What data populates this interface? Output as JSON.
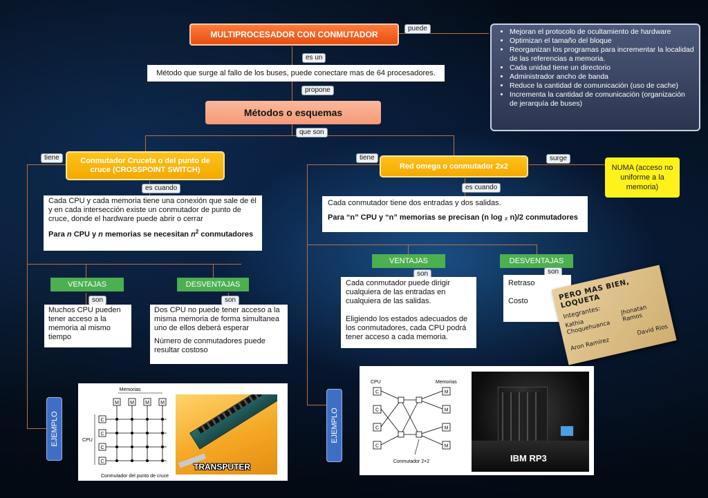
{
  "title": "MULTIPROCESADOR CON CONMUTADOR",
  "tags": {
    "puede": "puede",
    "es_un": "es un",
    "propone": "propone",
    "que_son": "que son",
    "tiene_left": "tiene",
    "tiene_right": "tiene",
    "surge": "surge",
    "es_cuando_left": "es cuando",
    "es_cuando_right": "es cuando",
    "son_1": "son",
    "son_2": "son",
    "son_3": "son",
    "son_4": "son"
  },
  "definition": "Método que surge al fallo de los buses, puede conectare mas de 64 procesadores.",
  "methods": "Métodos o esquemas",
  "benefits": [
    "Mejoran el protocolo de ocultamiento de hardware",
    "Optimizan el tamaño del bloque",
    "Reorganizan los programas para incrementar la localidad de las referencias a memoria.",
    "Cada unidad tiene un directorio",
    "Administrador ancho de banda",
    "Reduce la cantidad de comunicación (uso de cache)",
    "Incrementa la cantidad de comunicación (organización de jerarquía de buses)"
  ],
  "crossbar": {
    "title": "Conmutador Cruceta o del punto de cruce (CROSSPOINT SWITCH)",
    "desc": "Cada CPU y cada memoria tiene una conexión que sale de él y  en cada intersección existe un conmutador de punto de cruce, donde el hardware puede abrir o cerrar",
    "formula_pre": "Para ",
    "formula_n1": "n",
    "formula_mid1": " CPU y ",
    "formula_n2": "n",
    "formula_mid2": " memorias se necesitan ",
    "formula_n3": "n",
    "formula_sup": "2",
    "formula_post": " conmutadores",
    "ventajas_label": "VENTAJAS",
    "desventajas_label": "DESVENTAJAS",
    "ventaja": "Muchos CPU pueden tener acceso a la memoria al mismo tiempo",
    "desventaja_1": "Dos CPU no puede tener acceso a la misma memoria de forma simultanea uno de ellos deberá esperar",
    "desventaja_2": "Número de conmutadores puede resultar costoso",
    "ejemplo": "EJEMPLO",
    "fig_memorias": "Memorias",
    "fig_cpu": "CPU",
    "fig_caption": "Conmutador del punto de cruce",
    "fig_m": "M",
    "fig_c": "C",
    "photo_label": "TRANSPUTER"
  },
  "omega": {
    "title": "Red omega o conmutador 2x2",
    "desc": "Cada conmutador tiene dos entradas y dos salidas.",
    "formula": "Para “n” CPU y “n” memorias se precisan (n log ₂ n)/2 conmutadores",
    "ventajas_label": "VENTAJAS",
    "desventajas_label": "DESVENTAJAS",
    "ventaja_1": "Cada conmutador puede dirigir cualquiera de las entradas en cualquiera de las salidas.",
    "ventaja_2": "Eligiendo los estados adecuados de los conmutadores, cada CPU podrá tener acceso a cada memoria.",
    "desventaja_1": "Retraso",
    "desventaja_2": "Costo",
    "ejemplo": "EJEMPLO",
    "fig_cpu": "CPU",
    "fig_memorias": "Memorias",
    "fig_caption": "Conmutador 2×2",
    "fig_m": "M",
    "fig_c": "C",
    "photo_label": "IBM RP3"
  },
  "numa": "NUMA (acceso no uniforme a la memoria)",
  "note": {
    "title": "PERO MAS BIEN, LOQUETA",
    "integrantes": "Integrantes:",
    "names": [
      "Kathia Choquehuanca",
      "Jhonatan Ramos",
      "Aron Ramirez",
      "David Rios"
    ]
  }
}
